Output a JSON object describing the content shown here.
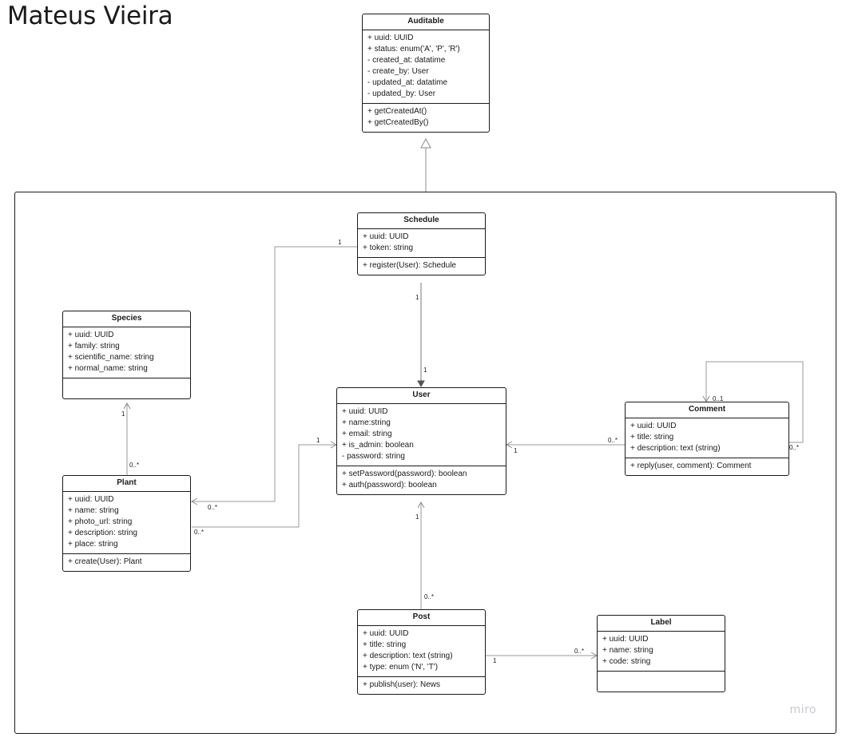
{
  "header": {
    "author": "Mateus Vieira"
  },
  "watermark": "miro",
  "colors": {
    "line": "#9a9a9a",
    "border": "#1a1a1a",
    "watermark": "#c5c8d0"
  },
  "classes": {
    "auditable": {
      "name": "Auditable",
      "attributes": [
        "+ uuid: UUID",
        "+ status: enum('A', 'P', 'R')",
        "- created_at: datatime",
        "- create_by: User",
        "- updated_at: datatime",
        "- updated_by: User"
      ],
      "methods": [
        "+ getCreatedAt()",
        "+ getCreatedBy()"
      ]
    },
    "schedule": {
      "name": "Schedule",
      "attributes": [
        "+ uuid: UUID",
        "+ token: string"
      ],
      "methods": [
        "+ register(User): Schedule"
      ]
    },
    "species": {
      "name": "Species",
      "attributes": [
        "+ uuid: UUID",
        "+ family: string",
        "+ scientific_name: string",
        "+ normal_name: string"
      ],
      "methods": []
    },
    "user": {
      "name": "User",
      "attributes": [
        "+ uuid: UUID",
        "+ name:string",
        "+ email: string",
        "+ is_admin: boolean",
        "- password: string"
      ],
      "methods": [
        "+ setPassword(password): boolean",
        "+ auth(password): boolean"
      ]
    },
    "comment": {
      "name": "Comment",
      "attributes": [
        "+ uuid: UUID",
        "+ title: string",
        "+ description: text (string)"
      ],
      "methods": [
        "+ reply(user, comment): Comment"
      ]
    },
    "plant": {
      "name": "Plant",
      "attributes": [
        "+ uuid: UUID",
        "+ name: string",
        "+ photo_url: string",
        "+ description: string",
        "+ place: string"
      ],
      "methods": [
        "+ create(User): Plant"
      ]
    },
    "post": {
      "name": "Post",
      "attributes": [
        "+ uuid: UUID",
        "+ title: string",
        "+ description: text (string)",
        "+ type: enum ('N', 'T')"
      ],
      "methods": [
        "+ publish(user): News"
      ]
    },
    "label": {
      "name": "Label",
      "attributes": [
        "+ uuid: UUID",
        "+ name: string",
        "+ code: string"
      ],
      "methods": []
    }
  },
  "multiplicities": {
    "schedule_plant_1": "1",
    "schedule_plant_many": "0..*",
    "schedule_user_1": "1",
    "schedule_user_1b": "1",
    "species_plant_1": "1",
    "species_plant_many": "0..*",
    "plant_user_1": "1",
    "plant_user_many": "0..*",
    "comment_user_many": "0..*",
    "comment_user_1": "1",
    "comment_self_01": "0..1",
    "comment_self_many": "0..*",
    "post_user_1": "1",
    "post_user_many": "0..*",
    "post_label_1": "1",
    "post_label_many": "0..*"
  }
}
